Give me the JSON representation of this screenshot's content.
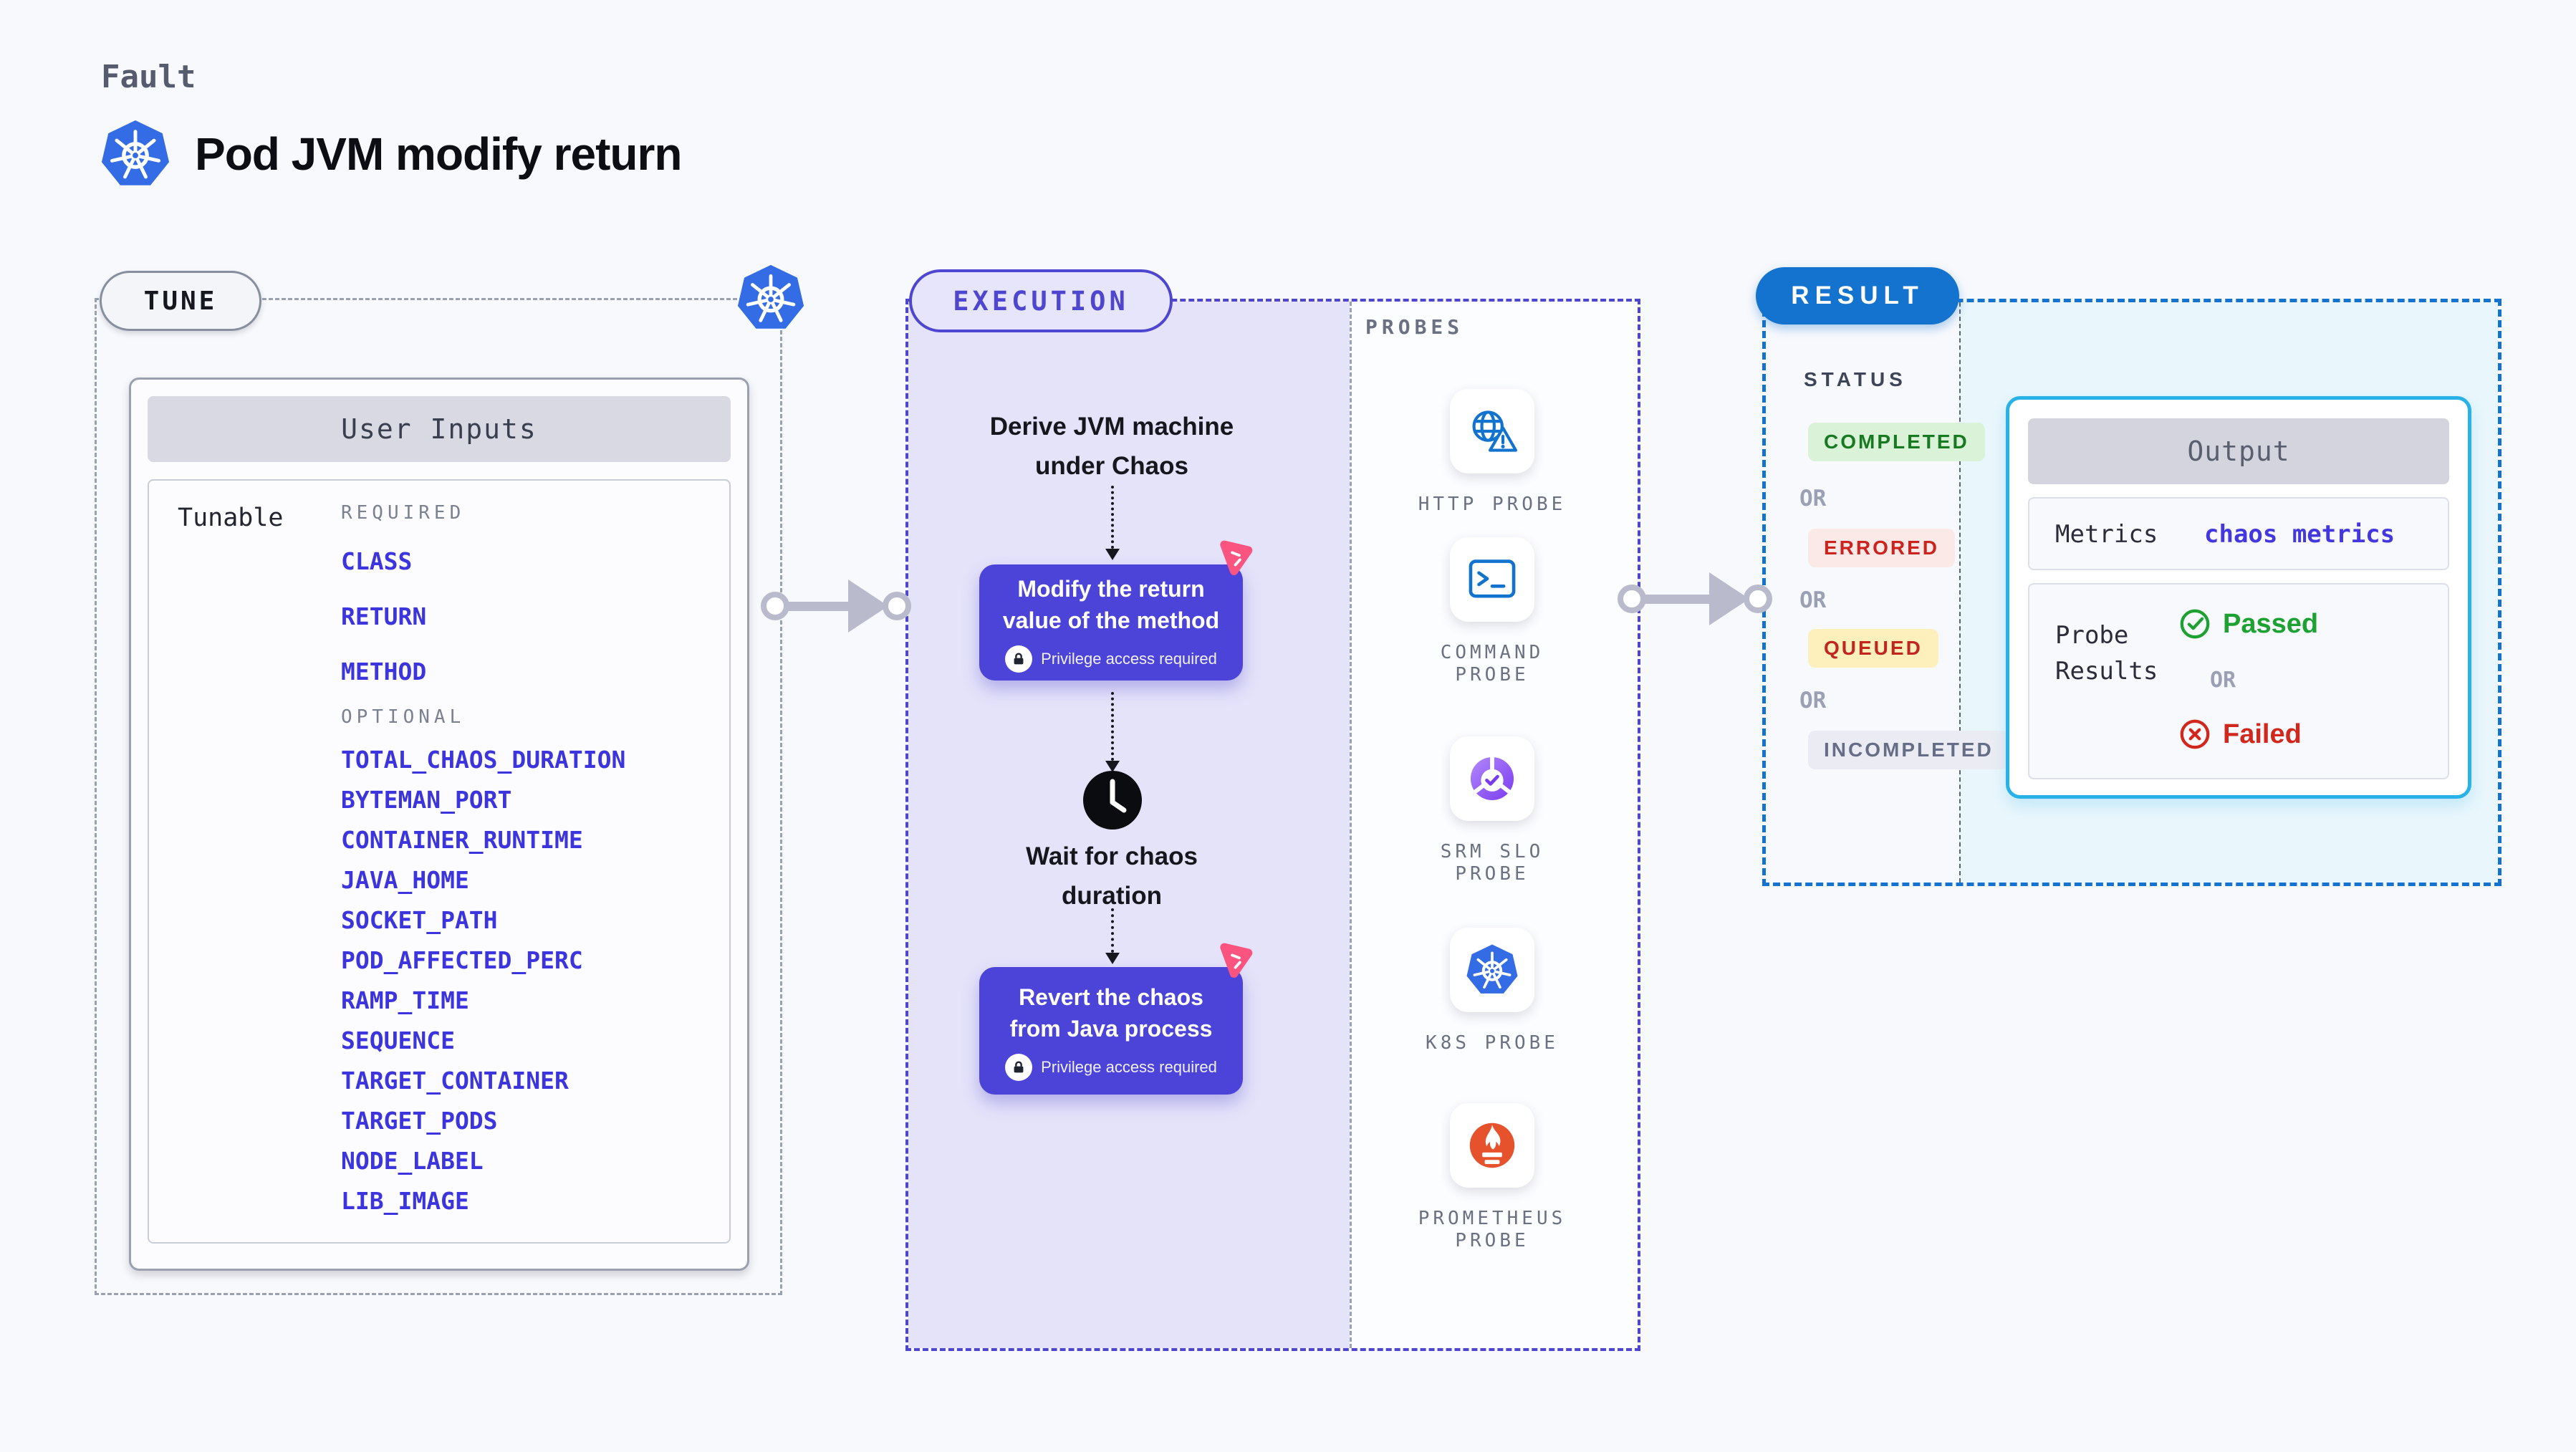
{
  "header": {
    "kicker": "Fault",
    "title": "Pod JVM modify return",
    "logo_icon": "kubernetes-icon"
  },
  "tune": {
    "badge": "TUNE",
    "corner_icon": "kubernetes-icon",
    "card": {
      "title": "User Inputs",
      "row_label": "Tunable",
      "required_heading": "REQUIRED",
      "required_params": [
        "CLASS",
        "RETURN",
        "METHOD"
      ],
      "optional_heading": "OPTIONAL",
      "optional_params": [
        "TOTAL_CHAOS_DURATION",
        "BYTEMAN_PORT",
        "CONTAINER_RUNTIME",
        "JAVA_HOME",
        "SOCKET_PATH",
        "POD_AFFECTED_PERC",
        "RAMP_TIME",
        "SEQUENCE",
        "TARGET_CONTAINER",
        "TARGET_PODS",
        "NODE_LABEL",
        "LIB_IMAGE"
      ]
    }
  },
  "execution": {
    "badge": "EXECUTION",
    "steps": {
      "derive": {
        "line1": "Derive JVM machine",
        "line2": "under Chaos"
      },
      "modify": {
        "line1": "Modify the return",
        "line2": "value of the method",
        "privilege": "Privilege access required"
      },
      "wait": {
        "line1": "Wait for chaos",
        "line2": "duration"
      },
      "revert": {
        "line1": "Revert the chaos",
        "line2": "from Java process",
        "privilege": "Privilege access required"
      }
    }
  },
  "probes": {
    "heading": "PROBES",
    "items": [
      {
        "label": "HTTP PROBE",
        "icon": "globe-alert-icon"
      },
      {
        "label": "COMMAND PROBE",
        "icon": "terminal-icon"
      },
      {
        "label": "SRM SLO PROBE",
        "icon": "slo-donut-check-icon"
      },
      {
        "label": "K8S PROBE",
        "icon": "kubernetes-icon"
      },
      {
        "label": "PROMETHEUS PROBE",
        "icon": "prometheus-icon"
      }
    ]
  },
  "result": {
    "badge": "RESULT",
    "status_heading": "STATUS",
    "or": "OR",
    "statuses": [
      {
        "label": "COMPLETED",
        "bg": "#d9f2d8",
        "color": "#187a20"
      },
      {
        "label": "ERRORED",
        "bg": "#fbe9e8",
        "color": "#cb231d"
      },
      {
        "label": "QUEUED",
        "bg": "#fdf0bd",
        "color": "#c0251e"
      },
      {
        "label": "INCOMPLETED",
        "bg": "#ebecf3",
        "color": "#666d87"
      }
    ],
    "output": {
      "title": "Output",
      "metrics_label": "Metrics",
      "metrics_value": "chaos metrics",
      "probe_results_label": "Probe Results",
      "passed": "Passed",
      "or": "OR",
      "failed": "Failed"
    }
  },
  "colors": {
    "accent_indigo": "#4f46cf",
    "node_indigo": "#4c43d8",
    "result_blue": "#1373cf",
    "output_border_cyan": "#29b2e8",
    "param_blue": "#3c34dd",
    "passed_green": "#1da232",
    "failed_red": "#d2271c",
    "chaos_pink": "#fb5480",
    "kubernetes_blue": "#336ce5",
    "prometheus_orange": "#e6522c"
  }
}
